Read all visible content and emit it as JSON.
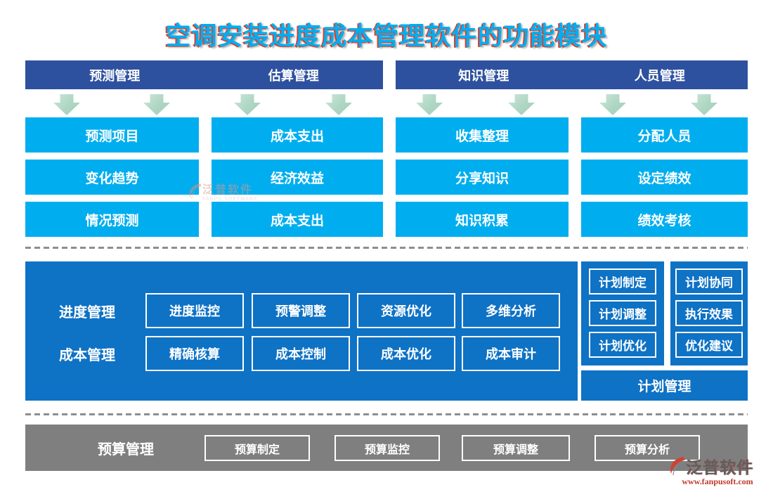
{
  "title": "空调安装进度成本管理软件的功能模块",
  "colors": {
    "title_text": "#00AEEF",
    "title_outline": "#e03c2d",
    "header_bar": "#2E519F",
    "cell_blue": "#00AEEF",
    "panel_blue": "#0E72C5",
    "arrow_green": "#AED6C3",
    "bottom_gray": "#7F7F7F",
    "logo_red": "#C1392B"
  },
  "icons": {
    "column_arrow": "down-arrow",
    "logo_mark": "fanpu-swoosh"
  },
  "top_groups": [
    {
      "header": "预测管理",
      "items": [
        "预测项目",
        "变化趋势",
        "情况预测"
      ]
    },
    {
      "header": "估算管理",
      "items": [
        "成本支出",
        "经济效益",
        "成本支出"
      ]
    },
    {
      "header": "知识管理",
      "items": [
        "收集整理",
        "分享知识",
        "知识积累"
      ]
    },
    {
      "header": "人员管理",
      "items": [
        "分配人员",
        "设定绩效",
        "绩效考核"
      ]
    }
  ],
  "middle": {
    "rows": [
      {
        "label": "进度管理",
        "items": [
          "进度监控",
          "预警调整",
          "资源优化",
          "多维分析"
        ]
      },
      {
        "label": "成本管理",
        "items": [
          "精确核算",
          "成本控制",
          "成本优化",
          "成本审计"
        ]
      }
    ],
    "plan_columns": [
      {
        "items": [
          "计划制定",
          "计划调整",
          "计划优化"
        ]
      },
      {
        "items": [
          "计划协同",
          "执行效果",
          "优化建议"
        ]
      }
    ],
    "plan_footer": "计划管理"
  },
  "bottom": {
    "label": "预算管理",
    "items": [
      "预算制定",
      "预算监控",
      "预算调整",
      "预算分析"
    ]
  },
  "watermark": {
    "name": "泛普软件",
    "subtext": "FANPU SOFTWARE"
  },
  "logo": {
    "name": "泛普软件",
    "url": "www.fanpusoft.com"
  }
}
